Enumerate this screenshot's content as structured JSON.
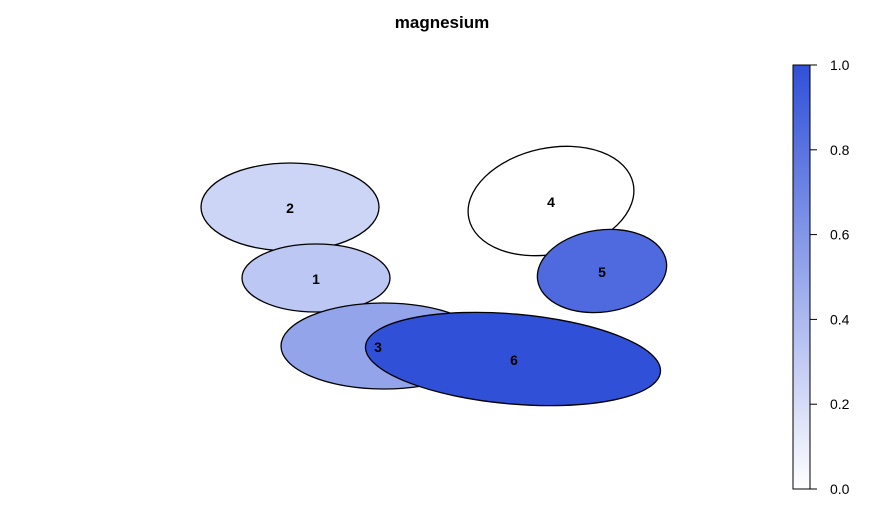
{
  "chart_data": {
    "type": "ellipse",
    "title": "magnesium",
    "colorbar": {
      "range": [
        0,
        1
      ],
      "ticks": [
        "0.0",
        "0.2",
        "0.4",
        "0.6",
        "0.8",
        "1.0"
      ],
      "color_low": "#ffffff",
      "color_high": "#3050d8",
      "placement": "right"
    },
    "sets": [
      {
        "label": "1",
        "value": 0.32
      },
      {
        "label": "2",
        "value": 0.24
      },
      {
        "label": "3",
        "value": 0.52
      },
      {
        "label": "4",
        "value": 0.0
      },
      {
        "label": "5",
        "value": 0.85
      },
      {
        "label": "6",
        "value": 1.0
      }
    ]
  }
}
